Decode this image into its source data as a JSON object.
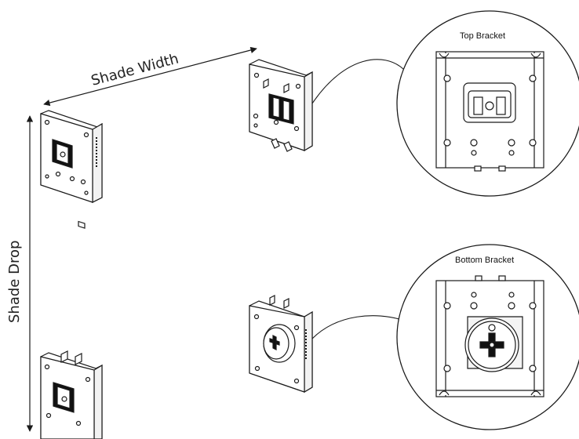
{
  "labels": {
    "shade_width": "Shade Width",
    "shade_drop": "Shade Drop",
    "top_bracket": "Top Bracket",
    "bottom_bracket": "Bottom Bracket"
  },
  "colors": {
    "line": "#1a1a1a",
    "background": "#ffffff"
  }
}
